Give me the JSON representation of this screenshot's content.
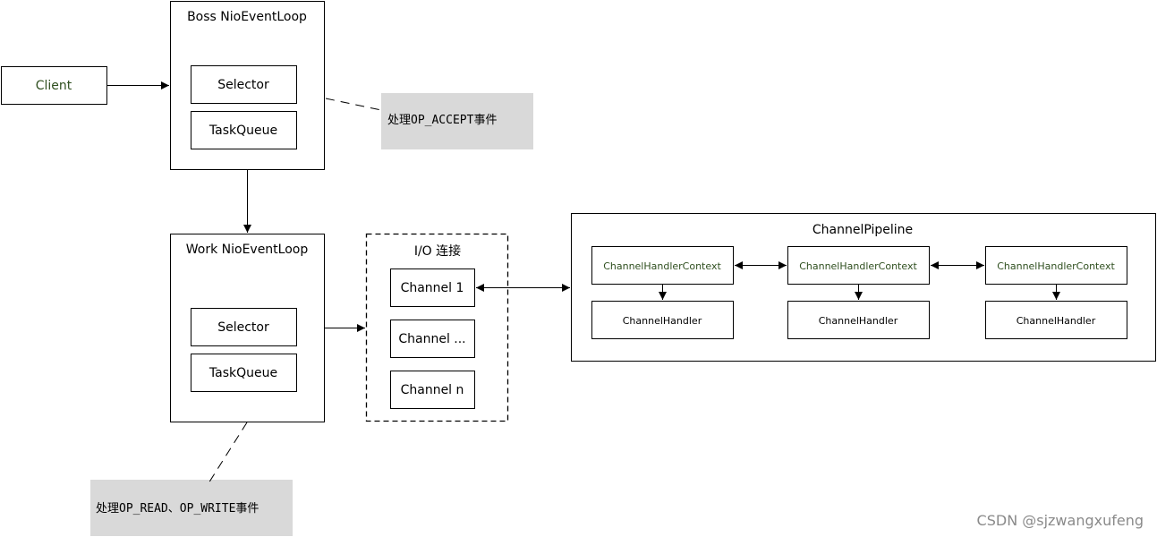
{
  "nodes": {
    "client": "Client",
    "boss": "Boss NioEventLoop",
    "boss_selector": "Selector",
    "boss_taskqueue": "TaskQueue",
    "work": "Work NioEventLoop",
    "work_selector": "Selector",
    "work_taskqueue": "TaskQueue",
    "io_group": "I/O 连接",
    "channel_1": "Channel  1",
    "channel_mid": "Channel ...",
    "channel_n": "Channel n",
    "pipeline": "ChannelPipeline",
    "ctx_1": "ChannelHandlerContext",
    "ctx_2": "ChannelHandlerContext",
    "ctx_3": "ChannelHandlerContext",
    "handler_1": "ChannelHandler",
    "handler_2": "ChannelHandler",
    "handler_3": "ChannelHandler"
  },
  "notes": {
    "accept": "处理OP_ACCEPT事件",
    "read_write": "处理OP_READ、OP_WRITE事件"
  },
  "watermark": "CSDN @sjzwangxufeng",
  "colors": {
    "note_fill": "#d9d9d9",
    "client_text": "#2f4f1f",
    "watermark": "#8a8a8a"
  }
}
